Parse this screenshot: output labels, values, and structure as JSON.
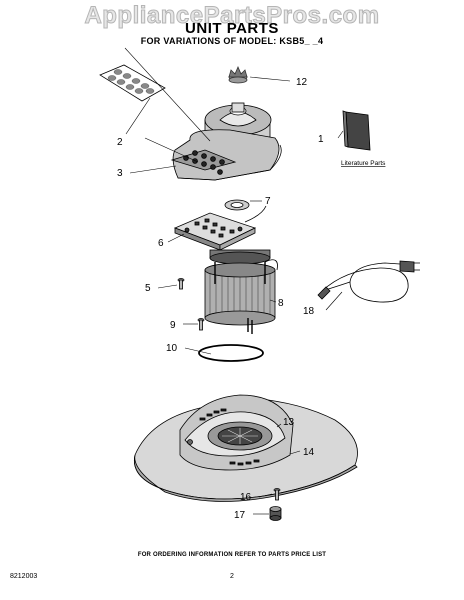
{
  "watermark": "AppliancePartsPros.com",
  "title": "UNIT PARTS",
  "subtitle": "FOR VARIATIONS OF MODEL: KSB5_ _4",
  "literature_label": "Literature Parts",
  "callouts": {
    "c1": "1",
    "c2": "2",
    "c3": "3",
    "c5": "5",
    "c6": "6",
    "c7": "7",
    "c8": "8",
    "c9": "9",
    "c10": "10",
    "c12": "12",
    "c13": "13",
    "c14": "14",
    "c16": "16",
    "c17": "17",
    "c18": "18"
  },
  "footer": {
    "ordering_note": "FOR ORDERING INFORMATION REFER TO PARTS PRICE LIST",
    "doc_number": "8212003",
    "page_number": "2"
  }
}
